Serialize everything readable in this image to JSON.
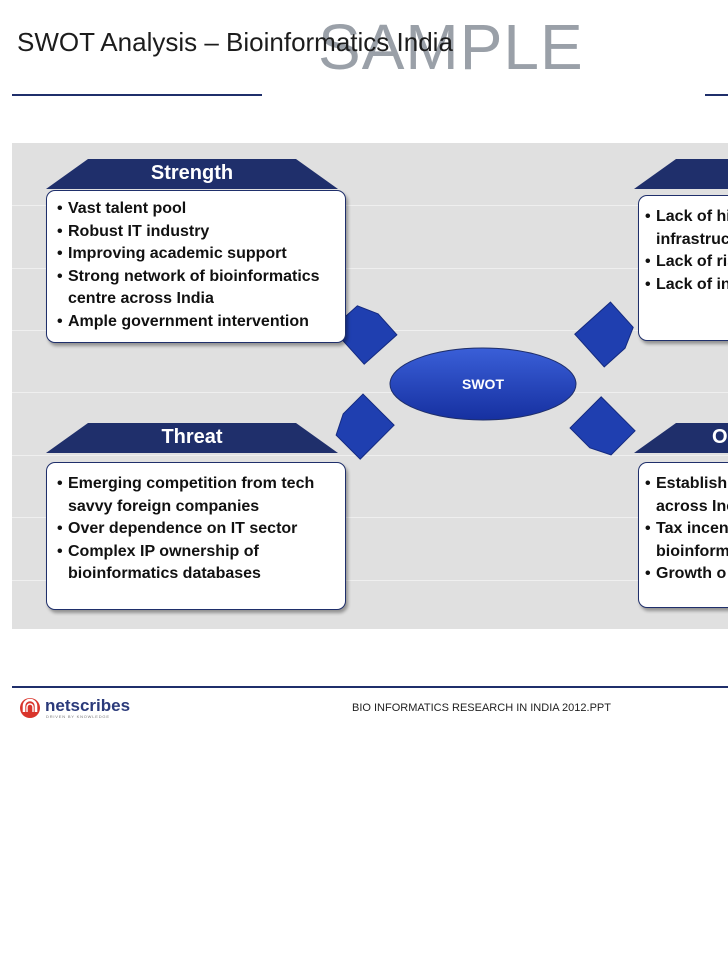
{
  "title": "SWOT Analysis – Bioinformatics India",
  "watermark": "SAMPLE",
  "center_label": "SWOT",
  "strength": {
    "header": "Strength",
    "items": [
      "Vast talent pool",
      "Robust IT industry",
      "Improving academic support",
      "Strong network of bioinformatics centre across India",
      "Ample government intervention"
    ]
  },
  "weakness": {
    "items": [
      "Lack of hi infrastruc",
      "Lack of ris",
      "Lack of in"
    ]
  },
  "threat": {
    "header": "Threat",
    "items": [
      "Emerging competition from tech savvy foreign companies",
      "Over dependence on IT sector",
      "Complex IP ownership of bioinformatics databases"
    ]
  },
  "opportunity": {
    "header": "O",
    "items": [
      "Establishn across Inc",
      "Tax incen bioinform",
      "Growth o"
    ]
  },
  "footer": {
    "logo_text": "netscribes",
    "logo_tagline": "DRIVEN BY KNOWLEDGE",
    "doc_name": "BIO INFORMATICS RESEARCH IN INDIA 2012.PPT"
  },
  "colors": {
    "navy": "#1f2f6b",
    "panel_bg": "#e0e0e0",
    "accent_blue": "#1f3fb0",
    "logo_red": "#d9342b"
  },
  "icons": {
    "arrows": "diamond-arrow-icon",
    "logo": "netscribes-logo-icon"
  }
}
